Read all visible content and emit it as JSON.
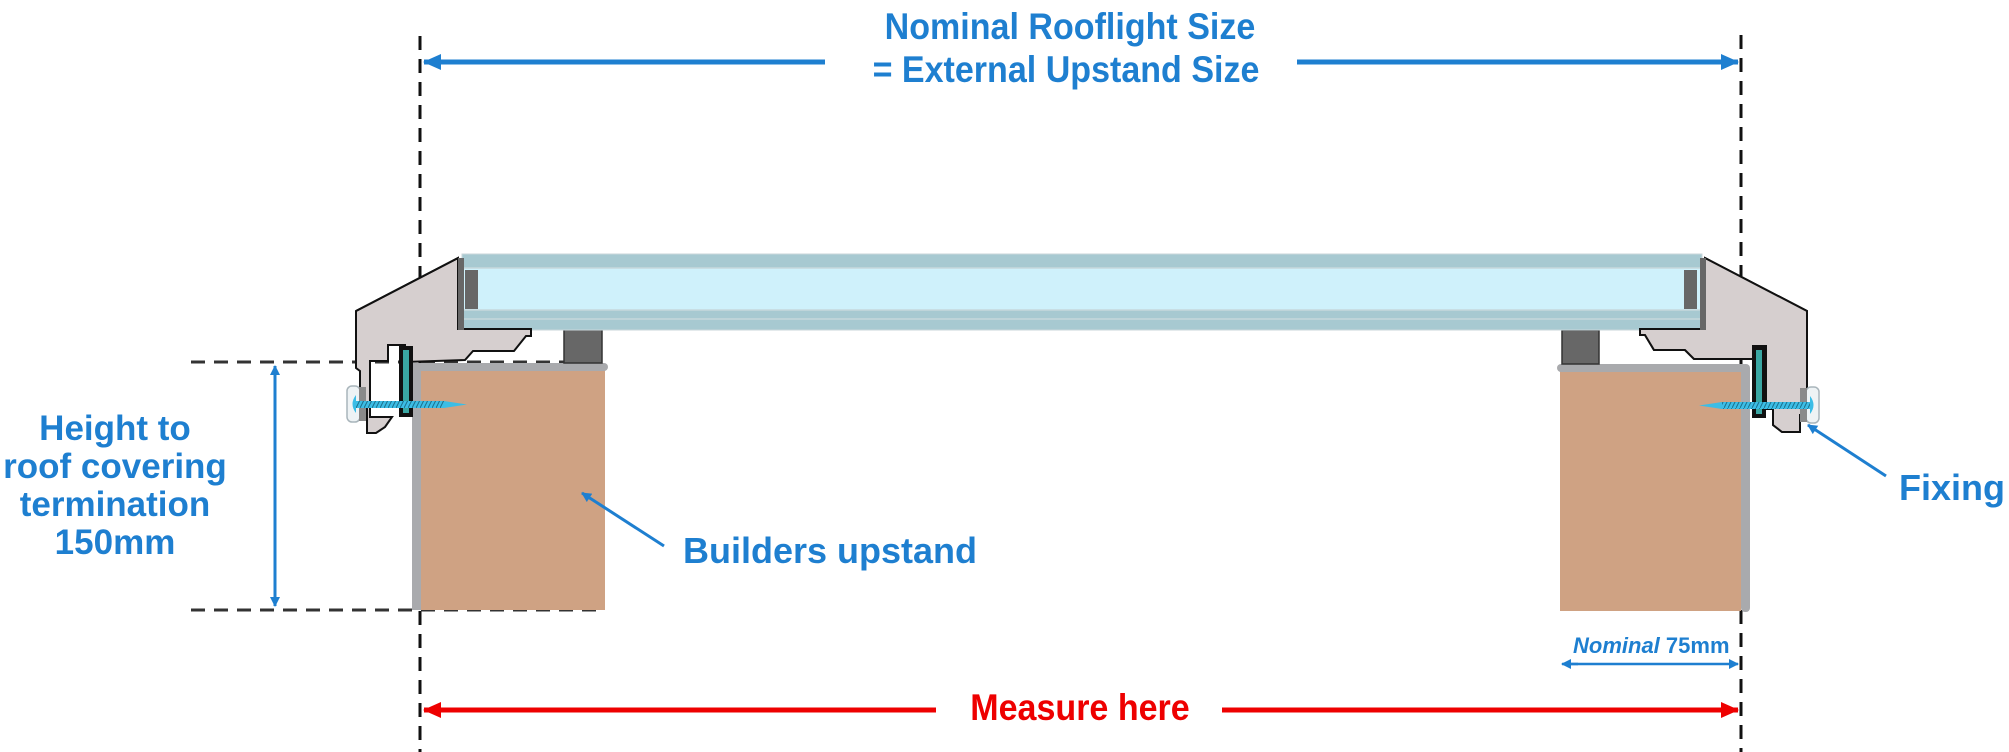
{
  "diagram": {
    "title": "Rooflight upstand measurement cross-section",
    "colors": {
      "label_blue": "#1e7fd0",
      "measure_red": "#ee0000",
      "glass_band": "#a7c9d1",
      "glass_clear": "#cff1fb",
      "frame": "#d6cfcf",
      "spacer": "#676767",
      "timber": "#cfa283",
      "flashing": "#a9aaad",
      "gasket": "#3aa7a3",
      "screw": "#3bbde6"
    }
  },
  "labels": {
    "top_dimension": {
      "line1": "Nominal Rooflight Size",
      "line2": "= External Upstand Size"
    },
    "height": {
      "line1": "Height to",
      "line2": "roof covering",
      "line3": "termination",
      "line4": "150mm"
    },
    "builders_upstand": "Builders upstand",
    "fixing": "Fixing",
    "upstand_width": {
      "italic": "Nominal",
      "value": "75mm"
    },
    "measure": "Measure here"
  }
}
